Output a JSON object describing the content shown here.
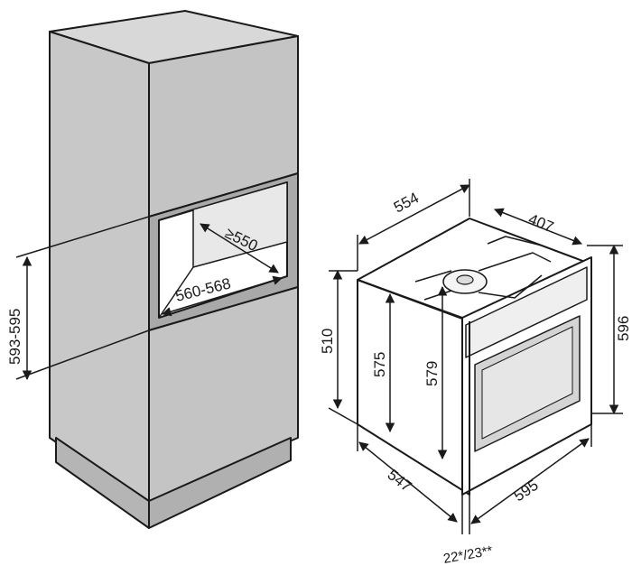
{
  "cabinet": {
    "dim_height_opening": "593-595",
    "dim_depth_min": "≥550",
    "dim_width_opening": "560-568"
  },
  "oven": {
    "dim_top_depth": "554",
    "dim_top_width": "407",
    "dim_right_height": "596",
    "dim_left_height": "510",
    "dim_inner_height_a": "575",
    "dim_inner_height_b": "579",
    "dim_bottom_depth": "547",
    "dim_bottom_width": "595",
    "dim_front_offset": "22*/23**"
  },
  "colors": {
    "cabinet_fill": "#c8c8c8",
    "cabinet_dark": "#a9a9a9",
    "line": "#1a1a1a",
    "oven_fill": "#ffffff"
  }
}
